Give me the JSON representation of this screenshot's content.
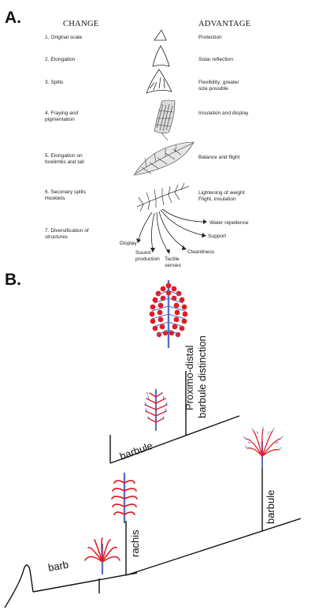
{
  "panel_a": {
    "label": "A.",
    "header_change": "CHANGE",
    "header_advantage": "ADVANTAGE",
    "rows": [
      {
        "change_lines": [
          "1. Original scale"
        ],
        "advantage_lines": [
          "Protection"
        ]
      },
      {
        "change_lines": [
          "2. Elongation"
        ],
        "advantage_lines": [
          "Solar reflection"
        ]
      },
      {
        "change_lines": [
          "3. Splits"
        ],
        "advantage_lines": [
          "Flexibility; greater",
          "size possible"
        ]
      },
      {
        "change_lines": [
          "4. Fraying and",
          "pigmentation"
        ],
        "advantage_lines": [
          "Insulation and display"
        ]
      },
      {
        "change_lines": [
          "5. Elongation on",
          "forelimbs and tail"
        ],
        "advantage_lines": [
          "Balance and flight"
        ]
      },
      {
        "change_lines": [
          "6. Seconary splits",
          "Hooklets"
        ],
        "advantage_lines": [
          "Lightening of weight",
          "Flight, insulation"
        ]
      },
      {
        "change_lines": [
          "7. Diversification of",
          "structures"
        ],
        "advantage_lines": []
      }
    ],
    "fan_labels": {
      "water": "Water repellence",
      "support": "Support",
      "cleanliness": "Cleanliness",
      "tactile": [
        "Tactile",
        "senses"
      ],
      "sound": [
        "Sound",
        "production"
      ],
      "display": "Display"
    }
  },
  "panel_b": {
    "label": "B.",
    "labels": {
      "barb": "barb",
      "rachis": "rachis",
      "barbule_left": "barbule",
      "barbule_right": "barbule",
      "proximo_line1": "Proximo-distal",
      "proximo_line2": "barbule distinction"
    },
    "colors": {
      "rachis": "#5a6ec8",
      "barbs": "#e11c24",
      "line": "#111111"
    }
  }
}
